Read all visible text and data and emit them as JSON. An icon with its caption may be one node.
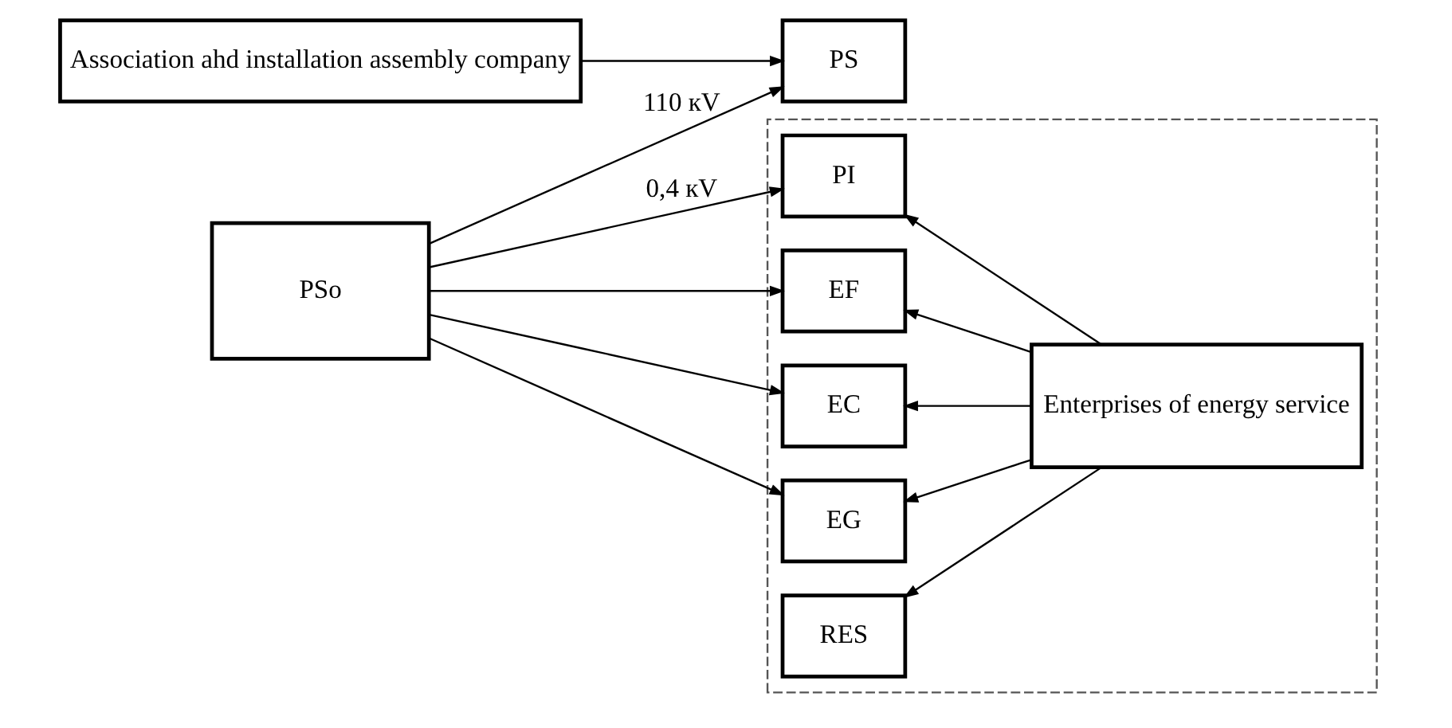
{
  "diagram": {
    "nodes": [
      {
        "text": [
          "Association ahd installation assembly company"
        ]
      },
      {
        "text": [
          "PS"
        ]
      },
      {
        "text": [
          "PSo"
        ]
      },
      {
        "text": [],
        "shape": "box"
      },
      {
        "text": [
          "PI"
        ],
        "in": 3
      },
      {
        "text": [
          "EF"
        ],
        "in": 3
      },
      {
        "text": [
          "EC"
        ],
        "in": 3
      },
      {
        "text": [
          "EG"
        ],
        "in": 3
      },
      {
        "text": [
          "RES"
        ],
        "in": 3
      },
      {
        "text": [
          "Enterprises of energy service"
        ],
        "in": 3
      }
    ],
    "edges": [
      {
        "from": 0,
        "to": 1,
        "arrow": "to"
      },
      {
        "from": 2,
        "to": 1,
        "arrow": "to",
        "label": "110 кV"
      },
      {
        "from": 2,
        "to": 4,
        "arrow": "to",
        "label": "0,4 кV"
      },
      {
        "from": 2,
        "to": 5,
        "arrow": "to"
      },
      {
        "from": 2,
        "to": 6,
        "arrow": "to"
      },
      {
        "from": 2,
        "to": 7,
        "arrow": "to"
      },
      {
        "from": 9,
        "to": 4,
        "arrow": "to"
      },
      {
        "from": 9,
        "to": 5,
        "arrow": "to"
      },
      {
        "from": 9,
        "to": 6,
        "arrow": "to"
      },
      {
        "from": 9,
        "to": 7,
        "arrow": "to"
      },
      {
        "from": 9,
        "to": 8,
        "arrow": "to"
      }
    ]
  }
}
